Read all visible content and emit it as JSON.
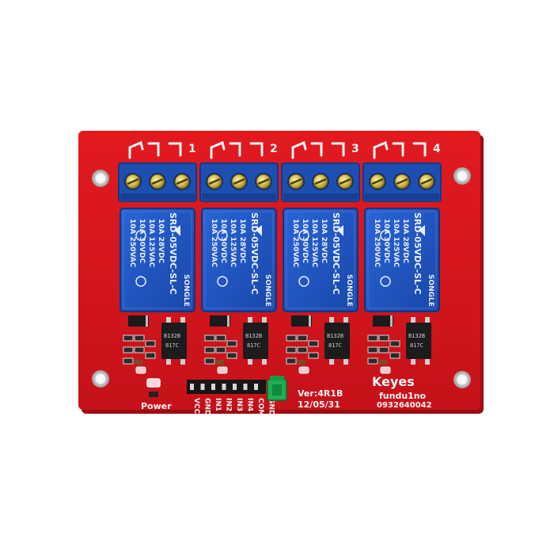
{
  "board": {
    "colors": {
      "pcb": "#d8141b",
      "pcb_dark": "#a90d12",
      "silkscreen": "#f4f4f4",
      "relay_body": "#1f56c4",
      "terminal_block": "#1d4fb3",
      "header_pin": "#222222",
      "jumper": "#1fae52",
      "screw": "#c9b23a"
    },
    "channels": [
      {
        "number": "1",
        "relay": {
          "rating_1": "10A 250VAC",
          "rating_2": "10A 125VAC",
          "rating_3": "10A 30VDC",
          "rating_4": "10A 28VDC",
          "model": "SRD-05VDC-SL-C",
          "brand": "SONGLE"
        },
        "optocoupler": {
          "line_1": "817C",
          "line_2": "B132B"
        }
      },
      {
        "number": "2",
        "relay": {
          "rating_1": "10A 250VAC",
          "rating_2": "10A 125VAC",
          "rating_3": "10A 30VDC",
          "rating_4": "10A 28VDC",
          "model": "SRD-05VDC-SL-C",
          "brand": "SONGLE"
        },
        "optocoupler": {
          "line_1": "817C",
          "line_2": "B132B"
        }
      },
      {
        "number": "3",
        "relay": {
          "rating_1": "10A 250VAC",
          "rating_2": "10A 125VAC",
          "rating_3": "10A 30VDC",
          "rating_4": "10A 28VDC",
          "model": "SRD-05VDC-SL-C",
          "brand": "SONGLE"
        },
        "optocoupler": {
          "line_1": "817C",
          "line_2": "B132B"
        }
      },
      {
        "number": "4",
        "relay": {
          "rating_1": "10A 250VAC",
          "rating_2": "10A 125VAC",
          "rating_3": "10A 30VDC",
          "rating_4": "10A 28VDC",
          "model": "SRD-05VDC-SL-C",
          "brand": "SONGLE"
        },
        "optocoupler": {
          "line_1": "817C",
          "line_2": "B132B"
        }
      }
    ],
    "header_pins": [
      "VCC",
      "GND",
      "IN1",
      "IN2",
      "IN3",
      "IN4",
      "COM",
      "GND"
    ],
    "power_label": "Power",
    "version": "Ver:4R1B",
    "date": "12/05/31",
    "brand": "Keyes",
    "site": "fundu1no",
    "phone": "0932640042"
  }
}
